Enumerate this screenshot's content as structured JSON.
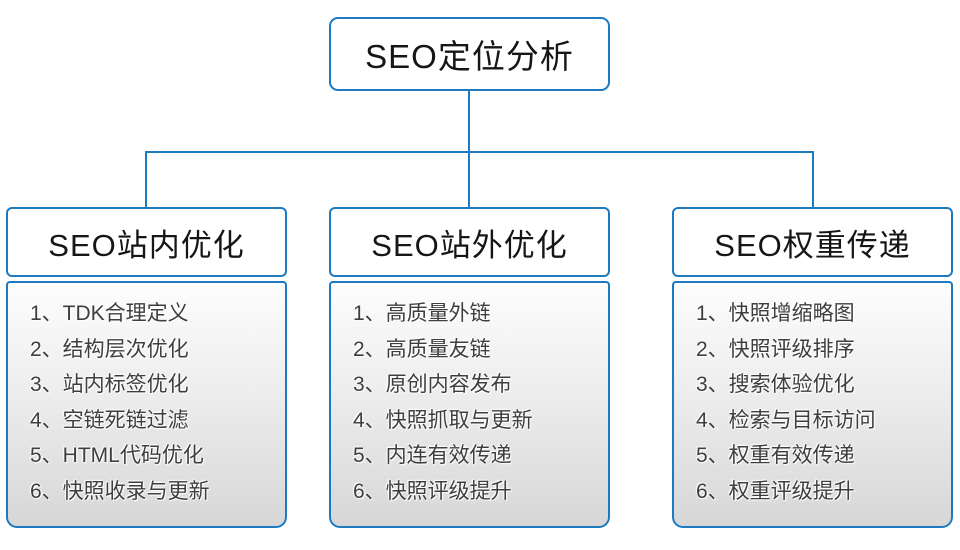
{
  "diagram": {
    "root": {
      "label": "SEO定位分析"
    },
    "branches": [
      {
        "title": "SEO站内优化",
        "items": [
          "1、TDK合理定义",
          "2、结构层次优化",
          "3、站内标签优化",
          "4、空链死链过滤",
          "5、HTML代码优化",
          "6、快照收录与更新"
        ]
      },
      {
        "title": "SEO站外优化",
        "items": [
          "1、高质量外链",
          "2、高质量友链",
          "3、原创内容发布",
          "4、快照抓取与更新",
          "5、内连有效传递",
          "6、快照评级提升"
        ]
      },
      {
        "title": "SEO权重传递",
        "items": [
          "1、快照增缩略图",
          "2、快照评级排序",
          "3、搜索体验优化",
          "4、检索与目标访问",
          "5、权重有效传递",
          "6、权重评级提升"
        ]
      }
    ],
    "colors": {
      "accent": "#1e7abf",
      "node_text": "#161616",
      "list_text": "#3e3e3e",
      "panel_gradient_top": "#fdfdfd",
      "panel_gradient_bottom": "#d7d7d7"
    }
  }
}
